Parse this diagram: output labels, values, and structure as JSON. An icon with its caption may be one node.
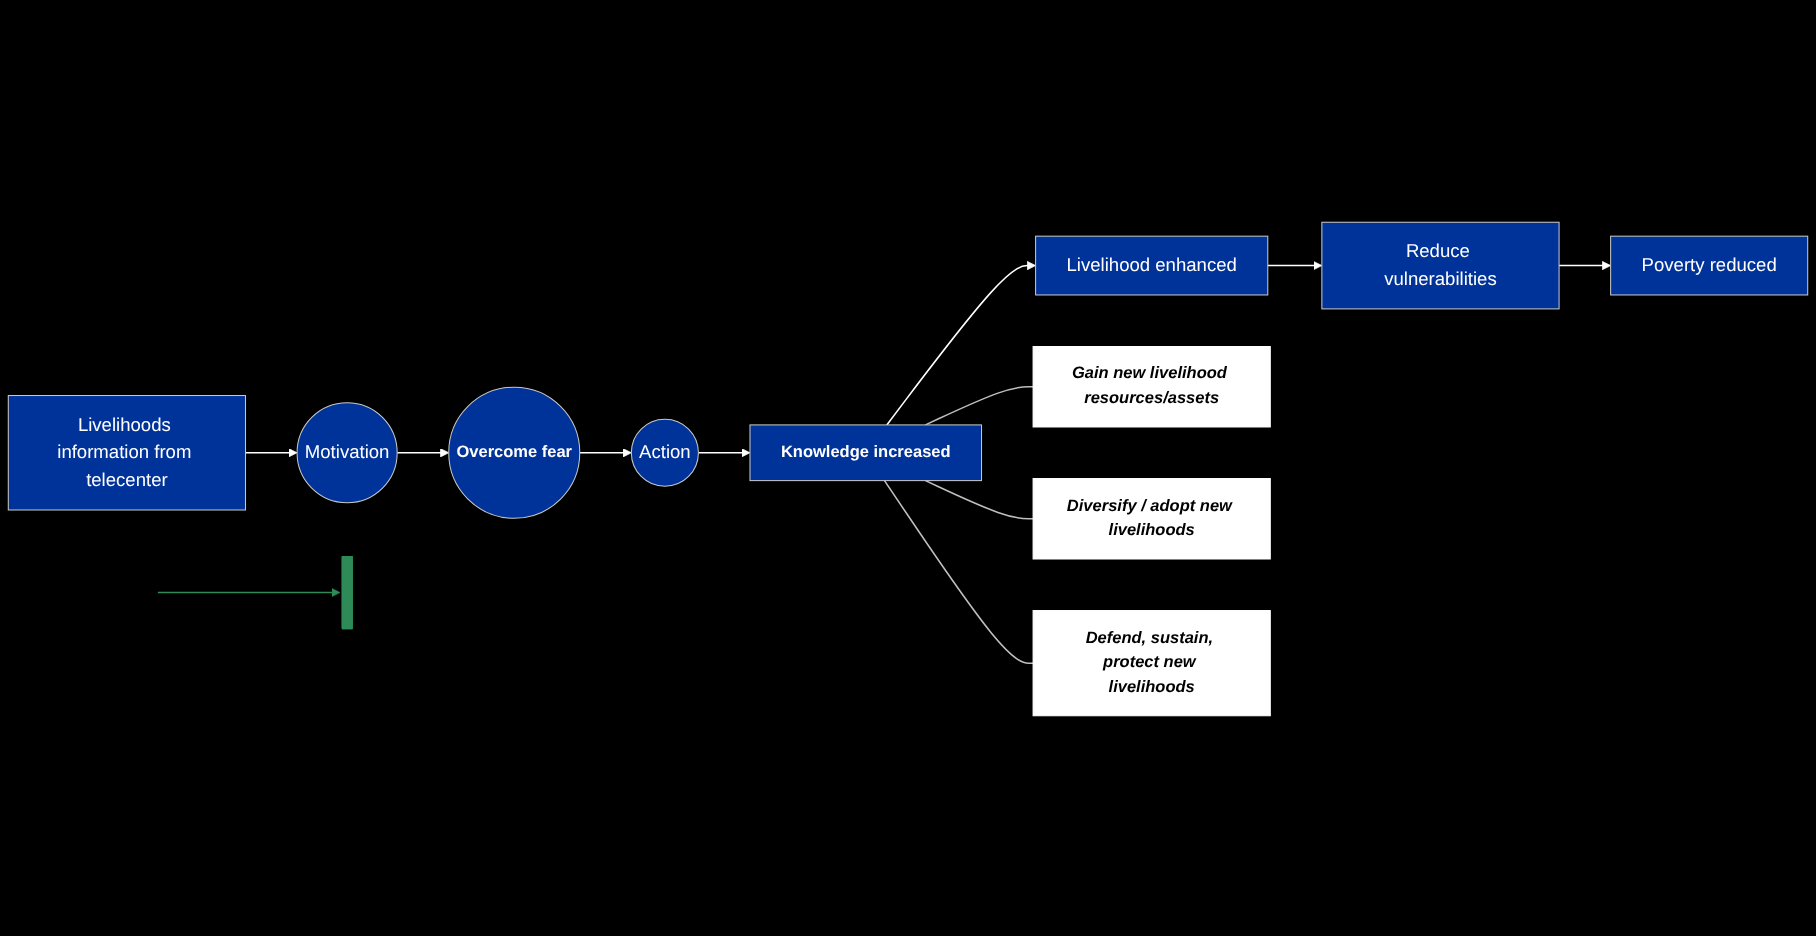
{
  "diagram": {
    "nodes": [
      {
        "text": [
          "Livelihoods information from telecenter"
        ]
      },
      {
        "text": [
          "Motivation"
        ]
      },
      {
        "text": [
          "Action"
        ]
      },
      {
        "text": [
          "Overcome fear"
        ]
      },
      {
        "text": [
          "Knowledge increased"
        ]
      },
      {
        "text": [
          "Livelihood enhanced"
        ]
      },
      {
        "text": [
          "Reduce vulnerabilities"
        ]
      },
      {
        "text": [
          "Poverty reduced"
        ]
      },
      {
        "text": [
          "Gain new livelihood resources/assets"
        ]
      },
      {
        "text": [
          "Diversify / adopt new livelihoods"
        ]
      },
      {
        "text": [
          "Defend, sustain, protect new livelihoods"
        ]
      },
      {
        "text": [],
        "shape": "bar"
      }
    ],
    "edges": [
      {
        "from": 0,
        "to": 1,
        "arrow": "to"
      },
      {
        "from": 1,
        "to": 3,
        "arrow": "to"
      },
      {
        "from": 3,
        "to": 2,
        "arrow": "to"
      },
      {
        "from": 2,
        "to": 4,
        "arrow": "to"
      },
      {
        "from": 4,
        "to": 5,
        "arrow": "to"
      },
      {
        "from": 5,
        "to": 6,
        "arrow": "to"
      },
      {
        "from": 6,
        "to": 7,
        "arrow": "to"
      },
      {
        "from": 4,
        "to": 8,
        "arrow": "none",
        "color": "#bfbfbf"
      },
      {
        "from": 4,
        "to": 9,
        "arrow": "none",
        "color": "#bfbfbf"
      },
      {
        "from": 4,
        "to": 10,
        "arrow": "none",
        "color": "#bfbfbf"
      },
      {
        "from": null,
        "to": 11,
        "arrow": "to",
        "color": "#2e8b57"
      }
    ]
  }
}
